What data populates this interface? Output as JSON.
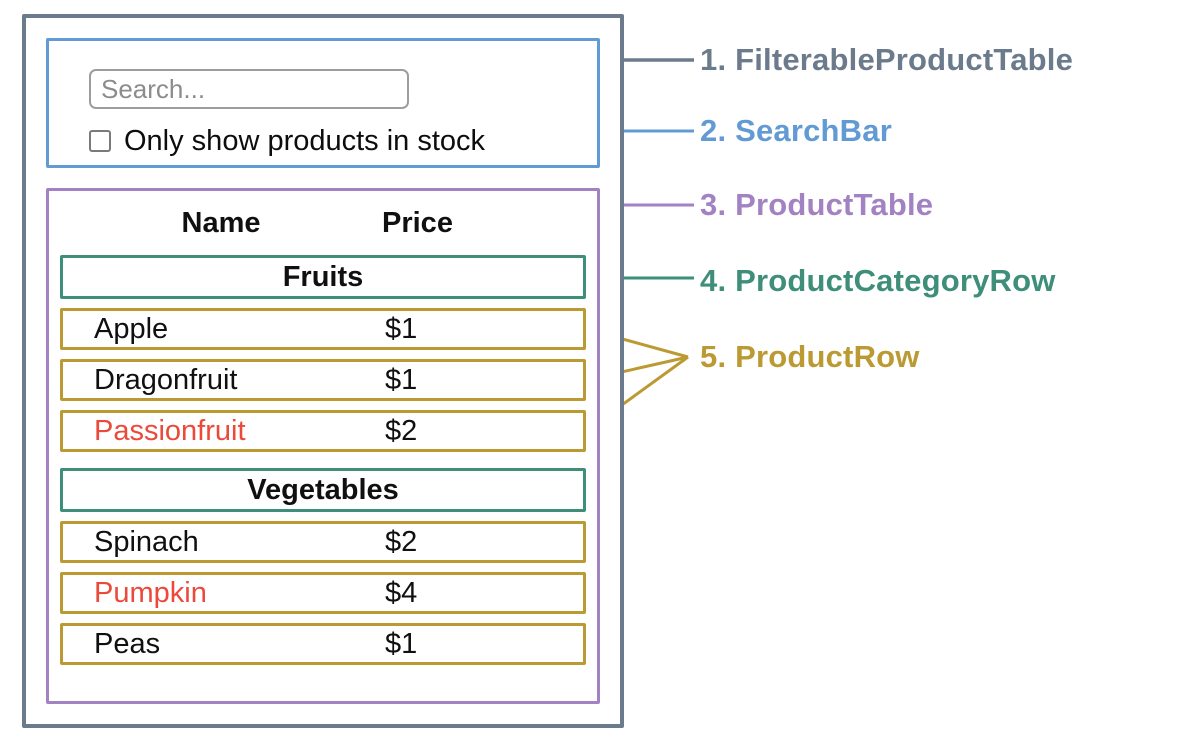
{
  "legend": [
    {
      "text": "1. FilterableProductTable",
      "color": "#6b7b8c"
    },
    {
      "text": "2. SearchBar",
      "color": "#629bd4"
    },
    {
      "text": "3. ProductTable",
      "color": "#a282c2"
    },
    {
      "text": "4. ProductCategoryRow",
      "color": "#3e8e7a"
    },
    {
      "text": "5. ProductRow",
      "color": "#bc9a33"
    }
  ],
  "search_bar": {
    "placeholder": "Search...",
    "checkbox_label": "Only show products in stock",
    "checkbox_checked": false
  },
  "table": {
    "headers": {
      "name": "Name",
      "price": "Price"
    },
    "sections": [
      {
        "category": "Fruits",
        "rows": [
          {
            "name": "Apple",
            "price": "$1",
            "red_text": false
          },
          {
            "name": "Dragonfruit",
            "price": "$1",
            "red_text": false
          },
          {
            "name": "Passionfruit",
            "price": "$2",
            "red_text": true
          }
        ]
      },
      {
        "category": "Vegetables",
        "rows": [
          {
            "name": "Spinach",
            "price": "$2",
            "red_text": false
          },
          {
            "name": "Pumpkin",
            "price": "$4",
            "red_text": true
          },
          {
            "name": "Peas",
            "price": "$1",
            "red_text": false
          }
        ]
      }
    ]
  },
  "colors": {
    "slate": "#6b7b8c",
    "blue": "#629bd4",
    "purple": "#a282c2",
    "teal": "#3e8e7a",
    "gold": "#bc9a33",
    "red": "#eb4a3b"
  }
}
